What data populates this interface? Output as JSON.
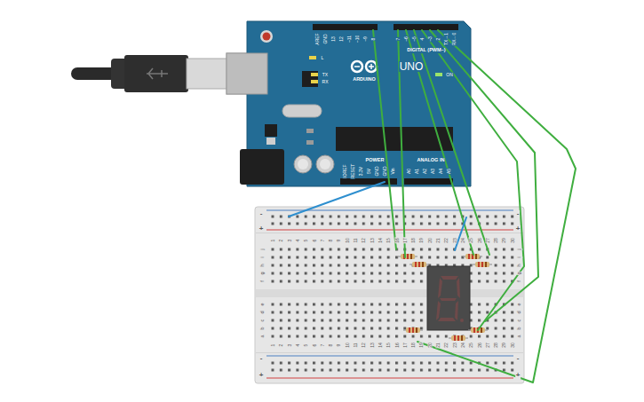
{
  "diagram": {
    "labels": [
      "AREF",
      "GND",
      "13",
      "12",
      "~11",
      "~10",
      "~9",
      "8",
      "7",
      "~6",
      "~5",
      "4",
      "~3",
      "2",
      "TX→1",
      "RX←0",
      "DIGITAL (PWM~)",
      "L",
      "TX",
      "RX",
      "ARDUINO",
      "UNO",
      "ON",
      "POWER",
      "ANALOG IN",
      "IOREF",
      "RESET",
      "3.3V",
      "5V",
      "GND",
      "GND",
      "Vin",
      "A0",
      "A1",
      "A2",
      "A3",
      "A4",
      "A5",
      "-",
      "+",
      "-",
      "+",
      "-",
      "+",
      "-",
      "+",
      "1",
      "2",
      "3",
      "4",
      "5",
      "6",
      "7",
      "8",
      "9",
      "10",
      "11",
      "12",
      "13",
      "14",
      "15",
      "16",
      "17",
      "18",
      "19",
      "20",
      "21",
      "22",
      "23",
      "24",
      "25",
      "26",
      "27",
      "28",
      "29",
      "30",
      "1",
      "2",
      "3",
      "4",
      "5",
      "6",
      "7",
      "8",
      "9",
      "10",
      "11",
      "12",
      "13",
      "14",
      "15",
      "16",
      "17",
      "18",
      "19",
      "20",
      "21",
      "22",
      "23",
      "24",
      "25",
      "26",
      "27",
      "28",
      "29",
      "30",
      "j",
      "i",
      "h",
      "g",
      "f",
      "e",
      "d",
      "c",
      "b",
      "a",
      "j",
      "i",
      "h",
      "g",
      "f",
      "e",
      "d",
      "c",
      "b",
      "a"
    ]
  }
}
